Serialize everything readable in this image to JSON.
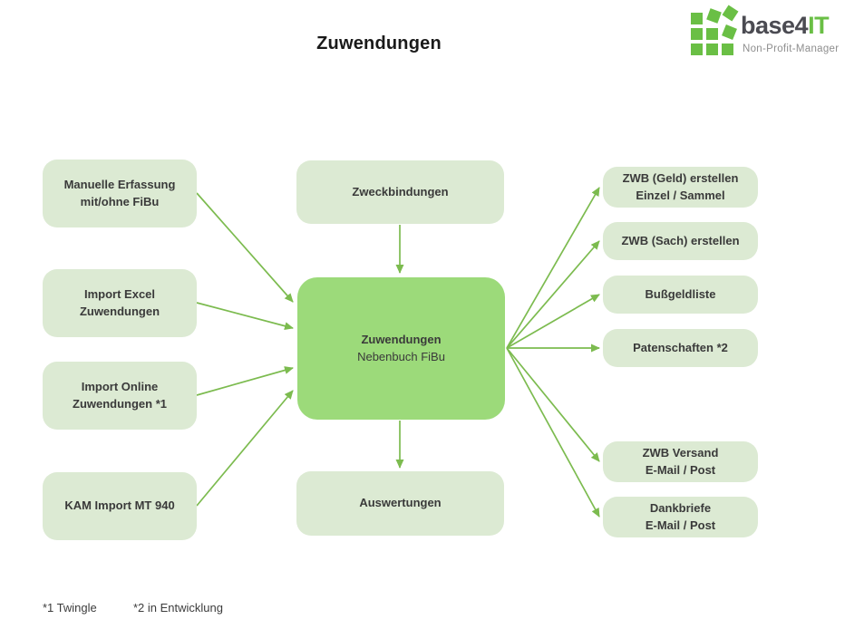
{
  "title": "Zuwendungen",
  "logo": {
    "brand": "base4",
    "brand_accent": "IT",
    "tagline": "Non-Profit-Manager"
  },
  "nodes": {
    "sources": [
      {
        "line1": "Manuelle Erfassung",
        "line2": "mit/ohne FiBu"
      },
      {
        "line1": "Import Excel",
        "line2": "Zuwendungen"
      },
      {
        "line1": "Import Online",
        "line2": "Zuwendungen *1"
      },
      {
        "line1": "KAM Import MT 940"
      }
    ],
    "zweckbindungen": {
      "line1": "Zweckbindungen"
    },
    "center": {
      "line1": "Zuwendungen",
      "line2": "Nebenbuch FiBu"
    },
    "auswertungen": {
      "line1": "Auswertungen"
    },
    "outputs": [
      {
        "line1": "ZWB (Geld) erstellen",
        "line2": "Einzel / Sammel"
      },
      {
        "line1": "ZWB (Sach) erstellen"
      },
      {
        "line1": "Bußgeldliste"
      },
      {
        "line1": "Patenschaften *2"
      },
      {
        "line1": "ZWB Versand",
        "line2": "E-Mail / Post"
      },
      {
        "line1": "Dankbriefe",
        "line2": "E-Mail / Post"
      }
    ]
  },
  "footnotes": [
    "*1 Twingle",
    "*2 in Entwicklung"
  ],
  "colors": {
    "box_light": "#dcead3",
    "box_main": "#9cda7a",
    "arrow": "#7cbb4f",
    "text": "#3a3a3a",
    "title": "#1a1a1a",
    "logo_green": "#6abf45",
    "logo_dark": "#4b4b52",
    "logo_gray": "#8e8e8e"
  }
}
